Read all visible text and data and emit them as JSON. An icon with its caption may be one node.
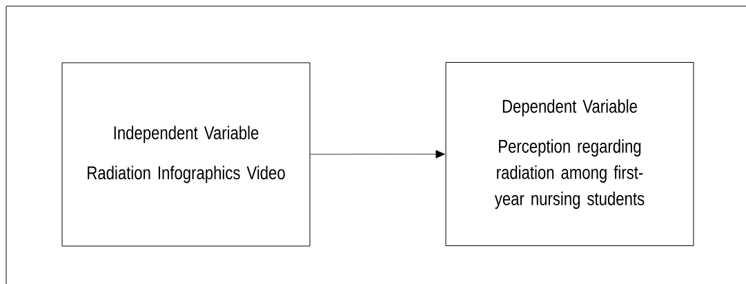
{
  "diagram": {
    "nodes": [
      {
        "text": [
          "Independent Variable",
          "Radiation Infographics Video"
        ]
      },
      {
        "text": [
          "Dependent Variable",
          "Perception regarding radiation among first-year nursing students"
        ]
      }
    ],
    "edges": [
      {
        "from": 0,
        "to": 1,
        "arrow": "to"
      }
    ]
  }
}
